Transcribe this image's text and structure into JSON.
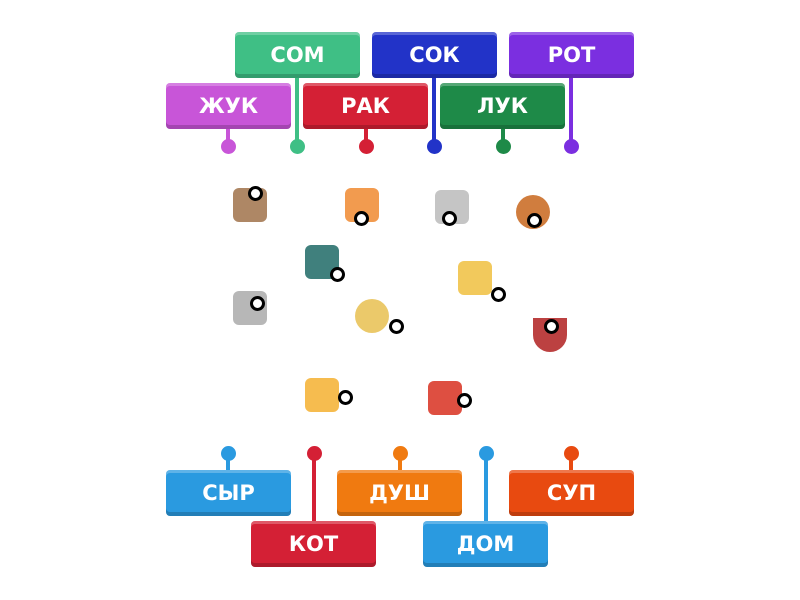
{
  "labels": {
    "com": "СОМ",
    "cok": "СОК",
    "pot": "РОТ",
    "zhuk": "ЖУК",
    "rak": "РАК",
    "luk": "ЛУК",
    "syr": "СЫР",
    "kot": "КОТ",
    "dush": "ДУШ",
    "dom": "ДОМ",
    "sup": "СУП"
  },
  "images": [
    "house",
    "cat",
    "shower",
    "onion",
    "beetle",
    "juice-box",
    "catfish",
    "soup",
    "mouth",
    "cheese",
    "crayfish"
  ]
}
